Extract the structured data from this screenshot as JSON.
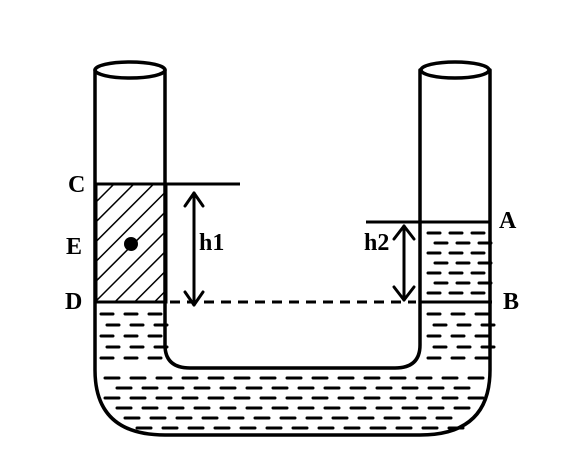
{
  "labels": {
    "C": "C",
    "E": "E",
    "D": "D",
    "A": "A",
    "B": "B",
    "h1": "h1",
    "h2": "h2"
  },
  "colors": {
    "stroke": "#000000",
    "background": "#ffffff"
  }
}
